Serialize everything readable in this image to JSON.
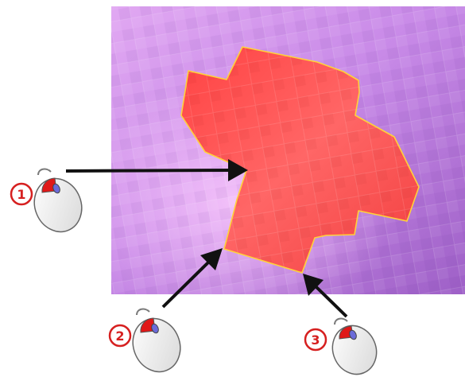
{
  "steps": [
    {
      "number": "1",
      "icon": "mouse-left-click-icon"
    },
    {
      "number": "2",
      "icon": "mouse-left-click-icon"
    },
    {
      "number": "3",
      "icon": "mouse-left-click-icon"
    }
  ],
  "colors": {
    "canvas_base": "#c77ee8",
    "selection_fill": "#ff4b4b",
    "selection_outline": "#ffd23a",
    "arrow": "#111111",
    "badge_fill": "#ffffff",
    "badge_stroke": "#d62020",
    "badge_text": "#d62020",
    "mouse_button": "#e01818",
    "mouse_body": "#f6f6f6"
  }
}
